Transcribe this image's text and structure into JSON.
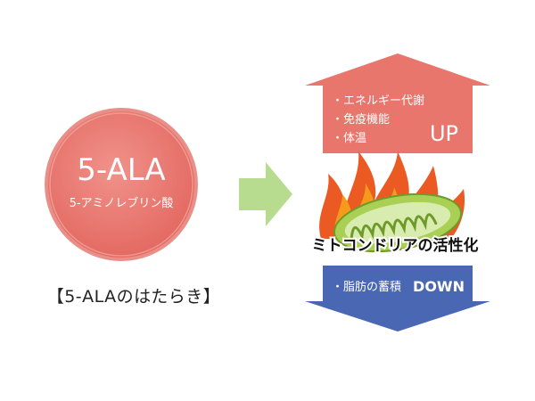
{
  "badge": {
    "title": "5-ALA",
    "subtitle": "5-アミノレブリン酸"
  },
  "caption": "【5-ALAのはたらき】",
  "up_box": {
    "items": [
      "・エネルギー代謝",
      "・免疫機能",
      "・体温"
    ],
    "label": "UP"
  },
  "center_label": "ミトコンドリアの活性化",
  "down_box": {
    "item": "・脂肪の蓄積",
    "label": "DOWN"
  },
  "colors": {
    "badge_fill": "#e7776f",
    "up_arrow": "#e8766c",
    "down_arrow": "#4a67b3",
    "green_arrow": "#b7db8f",
    "flame_outer": "#ea5a22",
    "flame_inner": "#f59a1a",
    "mito_fill": "#a9cf54"
  }
}
